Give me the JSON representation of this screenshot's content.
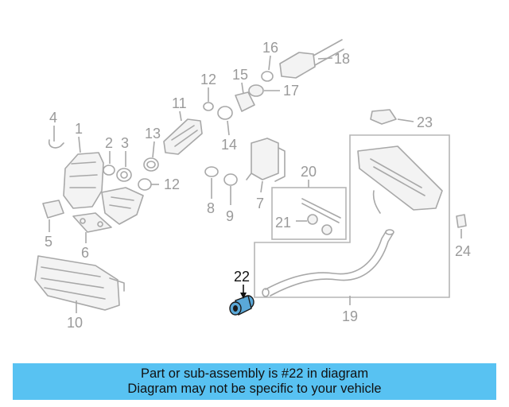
{
  "callouts": [
    {
      "id": "c1",
      "label": "1"
    },
    {
      "id": "c2",
      "label": "2"
    },
    {
      "id": "c3",
      "label": "3"
    },
    {
      "id": "c4",
      "label": "4"
    },
    {
      "id": "c5",
      "label": "5"
    },
    {
      "id": "c6",
      "label": "6"
    },
    {
      "id": "c7",
      "label": "7"
    },
    {
      "id": "c8",
      "label": "8"
    },
    {
      "id": "c9",
      "label": "9"
    },
    {
      "id": "c10",
      "label": "10"
    },
    {
      "id": "c11",
      "label": "11"
    },
    {
      "id": "c12a",
      "label": "12"
    },
    {
      "id": "c12b",
      "label": "12"
    },
    {
      "id": "c13",
      "label": "13"
    },
    {
      "id": "c14",
      "label": "14"
    },
    {
      "id": "c15",
      "label": "15"
    },
    {
      "id": "c16",
      "label": "16"
    },
    {
      "id": "c17",
      "label": "17"
    },
    {
      "id": "c18",
      "label": "18"
    },
    {
      "id": "c19",
      "label": "19"
    },
    {
      "id": "c20",
      "label": "20"
    },
    {
      "id": "c21",
      "label": "21"
    },
    {
      "id": "c22",
      "label": "22"
    },
    {
      "id": "c23",
      "label": "23"
    },
    {
      "id": "c24",
      "label": "24"
    }
  ],
  "highlight": {
    "part": "22",
    "color": "#5aa8d8"
  },
  "banner": {
    "line1": "Part or sub-assembly is #22 in diagram",
    "line2": "Diagram may not be specific to your vehicle",
    "color": "#58c2f2"
  }
}
